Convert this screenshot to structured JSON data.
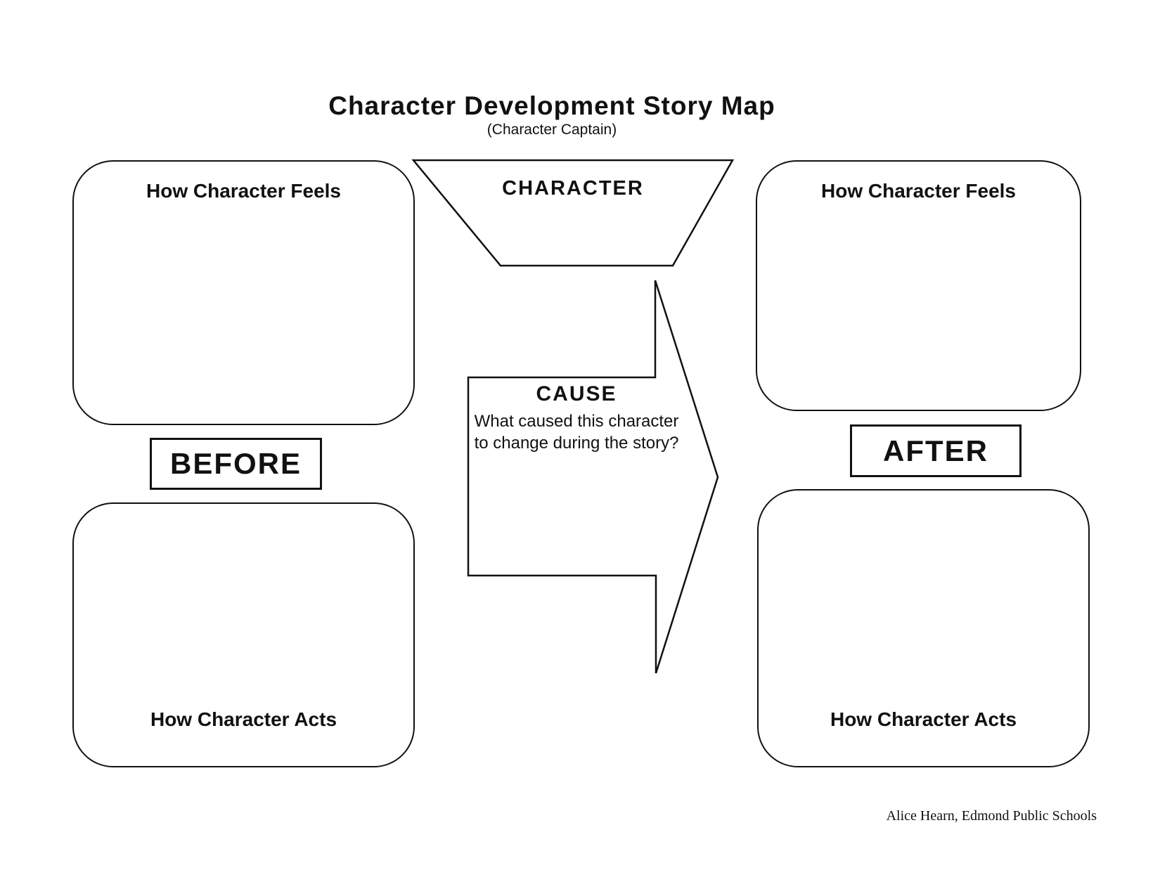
{
  "title": "Character Development Story Map",
  "subtitle": "(Character Captain)",
  "funnel": {
    "label": "CHARACTER"
  },
  "stage_labels": {
    "before": "BEFORE",
    "after": "AFTER"
  },
  "boxes": {
    "before_feels": {
      "label": "How Character Feels"
    },
    "before_acts": {
      "label": "How Character Acts"
    },
    "after_feels": {
      "label": "How Character Feels"
    },
    "after_acts": {
      "label": "How Character Acts"
    }
  },
  "cause": {
    "title": "CAUSE",
    "question_lines": [
      "What caused this character",
      "to change during the story?"
    ]
  },
  "attribution": "Alice Hearn, Edmond Public Schools",
  "colors": {
    "ink": "#111111",
    "background": "#ffffff"
  }
}
